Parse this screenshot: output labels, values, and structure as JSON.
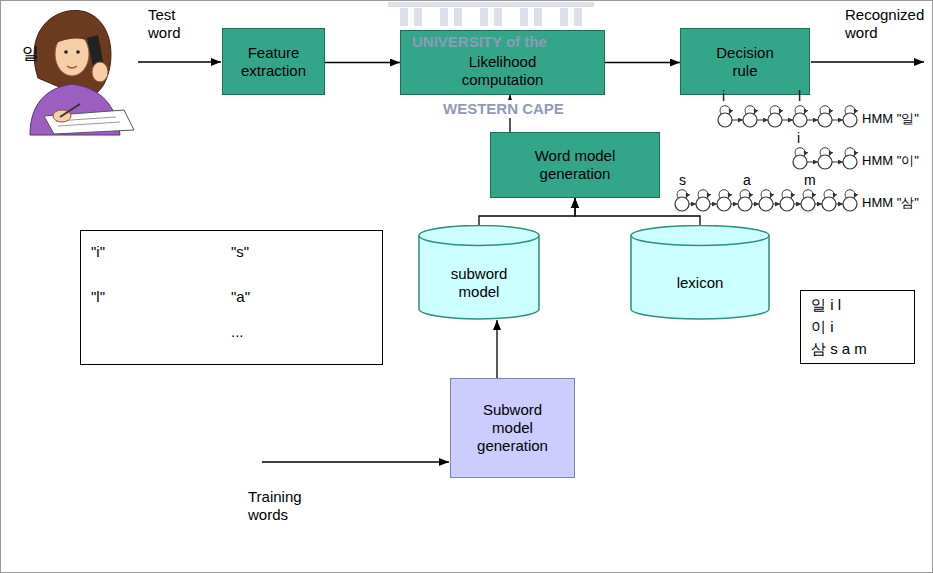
{
  "diagram": {
    "nodes": [
      {
        "text": [
          "Feature extraction"
        ]
      },
      {
        "text": [
          "Likelihood computation"
        ]
      },
      {
        "text": [
          "Decision rule"
        ]
      },
      {
        "text": [
          "Word model generation"
        ]
      },
      {
        "text": [
          "\"i\"",
          "\"s\"",
          "\"l\"",
          "\"a\"",
          "..."
        ]
      },
      {
        "text": [
          "subword model"
        ]
      },
      {
        "text": [
          "lexicon"
        ]
      },
      {
        "text": [
          "일 i l",
          "이 i",
          "삼 s a m"
        ]
      },
      {
        "text": [
          "Subword model generation"
        ]
      }
    ],
    "edges": [
      {
        "from": 0,
        "to": 1,
        "arrow": "to"
      },
      {
        "from": 1,
        "to": 2,
        "arrow": "to"
      },
      {
        "from": 3,
        "to": 1,
        "arrow": "to"
      },
      {
        "from": 5,
        "to": 3,
        "arrow": "to"
      },
      {
        "from": 6,
        "to": 3,
        "arrow": "to"
      },
      {
        "from": 8,
        "to": 5,
        "arrow": "to"
      }
    ],
    "labels": [
      "일",
      "Test word",
      "Recognized word",
      "UNIVERSITY of the",
      "WESTERN CAPE",
      "i",
      "l",
      "HMM \"일\"",
      "i",
      "HMM \"이\"",
      "s",
      "a",
      "m",
      "HMM \"삼\"",
      "Training words"
    ]
  }
}
